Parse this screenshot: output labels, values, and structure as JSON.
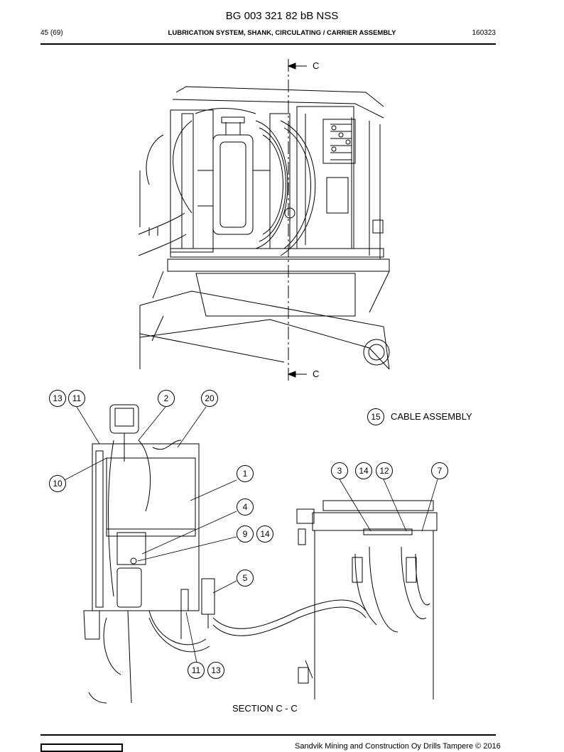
{
  "header": {
    "doc_number": "BG 003 321 82 bB NSS",
    "page": "45 (69)",
    "title": "LUBRICATION SYSTEM, SHANK, CIRCULATING / CARRIER ASSEMBLY",
    "date": "160323"
  },
  "section_markers": {
    "top": "C",
    "bottom": "C"
  },
  "callouts": {
    "c13a": "13",
    "c11a": "11",
    "c2": "2",
    "c20": "20",
    "c15": "15",
    "c10": "10",
    "c1": "1",
    "c3": "3",
    "c14a": "14",
    "c12": "12",
    "c7": "7",
    "c4": "4",
    "c9": "9",
    "c14b": "14",
    "c5": "5",
    "c11b": "11",
    "c13b": "13"
  },
  "labels": {
    "cable_assembly": "CABLE ASSEMBLY",
    "section_caption": "SECTION C - C"
  },
  "footer": {
    "copyright": "Sandvik Mining and Construction Oy Drills Tampere © 2016"
  }
}
